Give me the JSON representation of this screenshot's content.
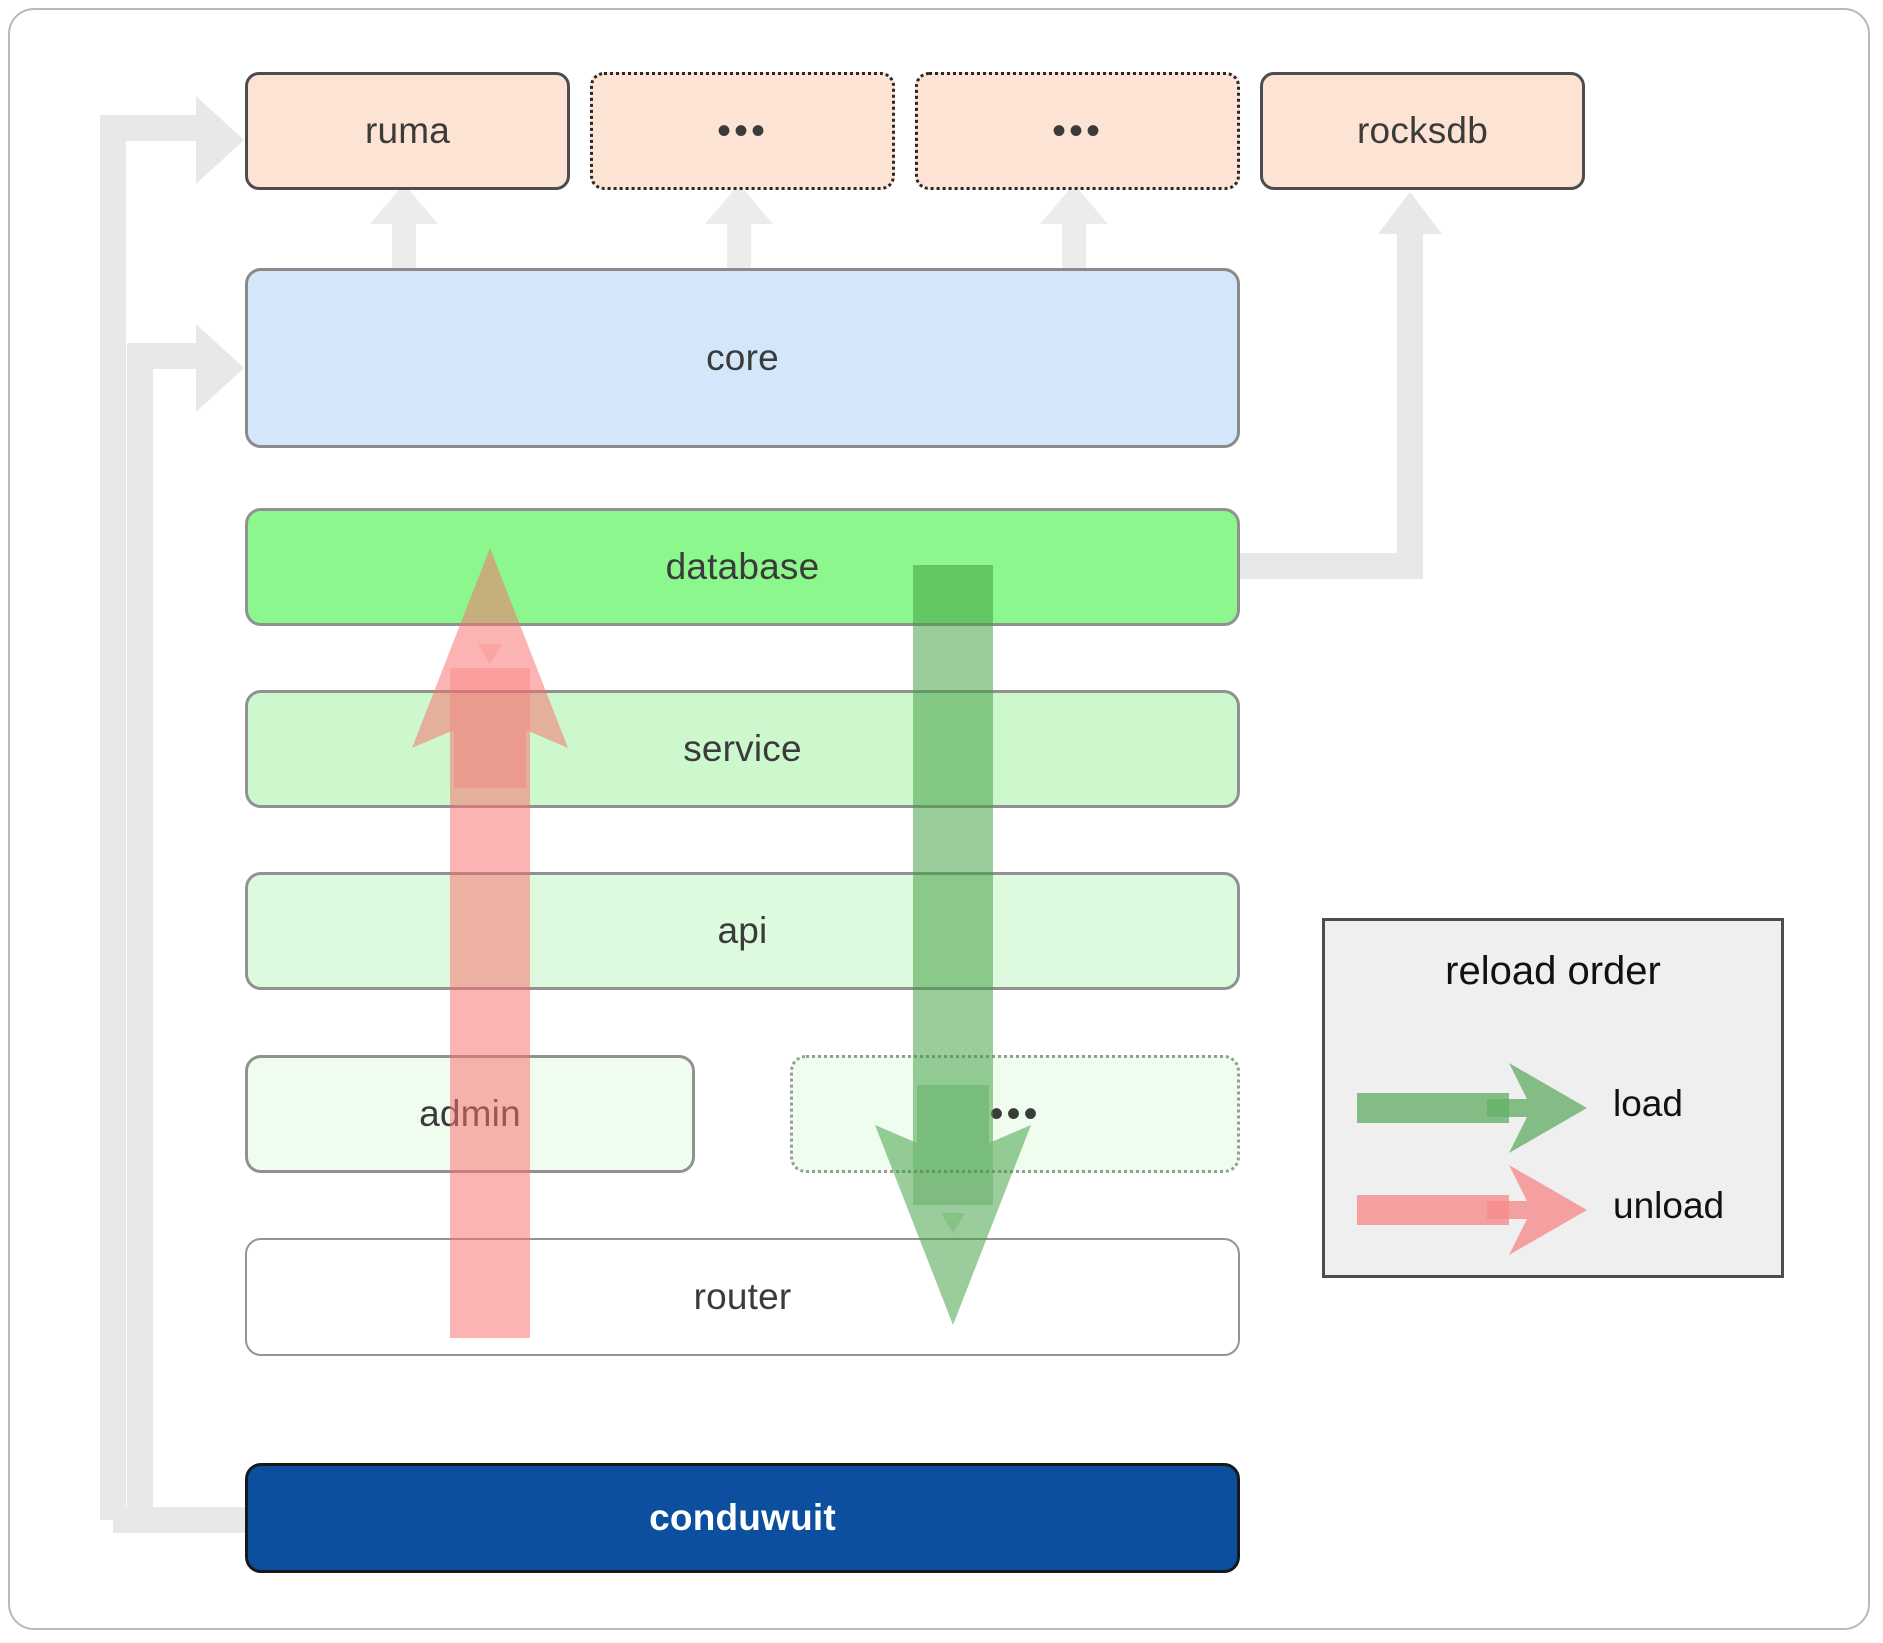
{
  "diagram": {
    "title": "conduwuit crate dependency / reload order diagram",
    "dependencies": [
      {
        "label": "ruma",
        "style": "solid"
      },
      {
        "label": "•••",
        "style": "dotted"
      },
      {
        "label": "•••",
        "style": "dotted"
      },
      {
        "label": "rocksdb",
        "style": "solid"
      }
    ],
    "core": {
      "label": "core"
    },
    "layers": [
      {
        "label": "database",
        "style": "solid",
        "fill": "#8cf78c"
      },
      {
        "label": "service",
        "style": "solid",
        "fill": "#cdf7cd"
      },
      {
        "label": "api",
        "style": "solid",
        "fill": "#defade"
      },
      {
        "label": "admin",
        "style": "solid",
        "fill": "#effdef"
      },
      {
        "label": "•••",
        "style": "dotted",
        "fill": "#effdef"
      },
      {
        "label": "router",
        "style": "solid",
        "fill": "#ffffff"
      }
    ],
    "root": {
      "label": "conduwuit"
    },
    "legend": {
      "title": "reload order",
      "items": [
        {
          "label": "load",
          "color": "#57a85a"
        },
        {
          "label": "unload",
          "color": "#f98383"
        }
      ]
    },
    "colors": {
      "dependency_fill": "#fde3d3",
      "core_fill": "#d4e6fa",
      "database_fill": "#8cf78c",
      "root_fill": "#0b4f9e",
      "load_arrow": "#57a85a",
      "unload_arrow": "#f98383",
      "connector": "#e8e8e8",
      "legend_bg": "#efefef"
    }
  }
}
